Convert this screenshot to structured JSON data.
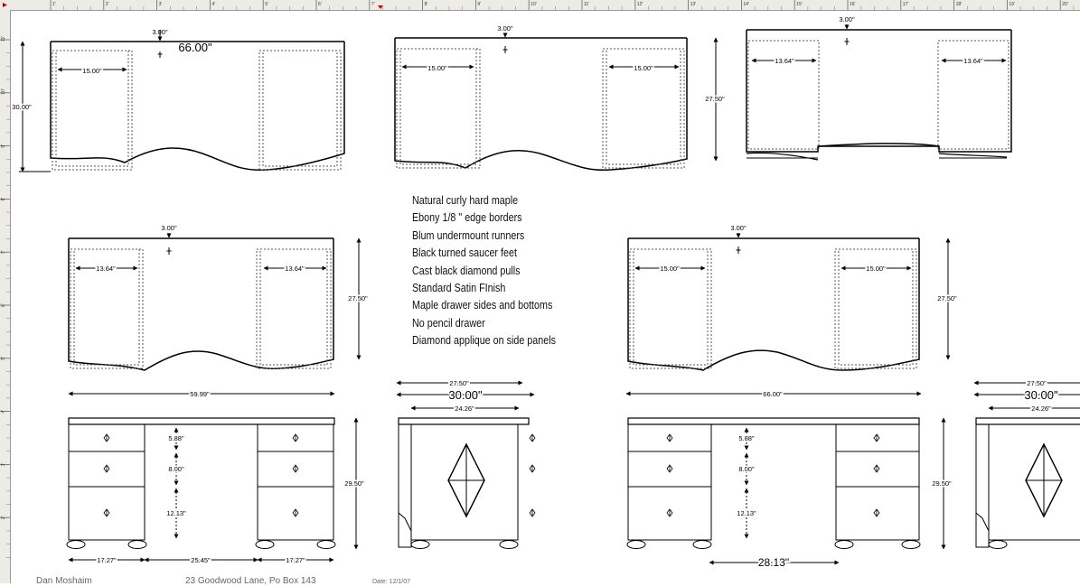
{
  "ruler": {
    "top_ticks": [
      "1'",
      "2'",
      "3'",
      "4'",
      "5'",
      "6'",
      "7'",
      "8'",
      "9'",
      "10'",
      "11'",
      "12'",
      "13'",
      "14'",
      "15'",
      "16'",
      "17'",
      "18'",
      "19'",
      "20'"
    ],
    "left_ticks": [
      "11'",
      "10'",
      "9'",
      "8'",
      "7'",
      "6'",
      "5'",
      "4'",
      "3'",
      "2'"
    ]
  },
  "notes": [
    "Natural curly hard maple",
    "Ebony 1/8 \" edge borders",
    "Blum undermount runners",
    "Black turned saucer feet",
    "Cast black diamond pulls",
    "Standard Satin FInish",
    "Maple drawer sides and bottoms",
    "No pencil drawer",
    "Diamond applique on side panels"
  ],
  "plan_views": {
    "plan1": {
      "overhang": "3.00\"",
      "width": "66.00\"",
      "pedestal": "15.00\"",
      "depth": "30.00\""
    },
    "plan2": {
      "overhang": "3.00\"",
      "pedestal_left": "15.00\"",
      "pedestal_right": "15.00\"",
      "depth": "27.50\""
    },
    "plan3": {
      "overhang": "3.00\"",
      "pedestal_left": "13.64\"",
      "pedestal_right": "13.64\""
    },
    "plan4": {
      "overhang": "3.00\"",
      "pedestal_left": "13.64\"",
      "pedestal_right": "13.64\"",
      "depth": "27.50\""
    },
    "plan5": {
      "overhang": "3.00\"",
      "pedestal_left": "15.00\"",
      "pedestal_right": "15.00\"",
      "depth": "27.50\""
    }
  },
  "front_views": {
    "front1": {
      "width": "59.99\"",
      "drawer_top": "5.88\"",
      "drawer_mid": "8.00\"",
      "drawer_bottom": "12.13\"",
      "height": "29.50\"",
      "ped_left": "17.27\"",
      "knee": "25.45\"",
      "ped_right": "17.27\""
    },
    "front2": {
      "width": "66.00\"",
      "drawer_top": "5.88\"",
      "drawer_mid": "8.00\"",
      "drawer_bottom": "12.13\"",
      "height": "29.50\"",
      "knee": "28.13\""
    }
  },
  "side_views": {
    "side1": {
      "depth_inner": "27.50\"",
      "depth_top": "30.00\"",
      "depth_base": "24.26\""
    },
    "side2": {
      "depth_inner": "27.50\"",
      "depth_top": "30.00\"",
      "depth_base": "24.26\""
    }
  },
  "footer": {
    "client": "Dan Moshaim",
    "address": "23 Goodwood Lane, Po Box 143",
    "date": "Date: 12/1/07"
  }
}
